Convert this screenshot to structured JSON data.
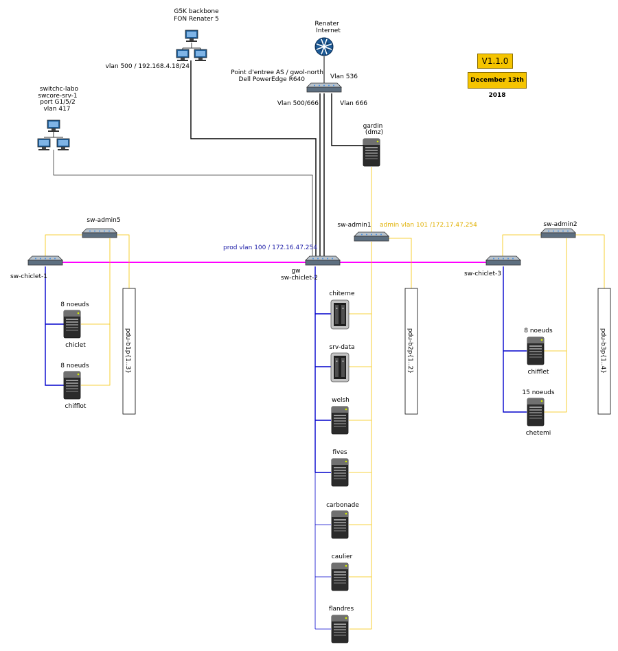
{
  "version": "V1.1.0",
  "date": "December 13th 2018",
  "labels": {
    "g5k_backbone": "G5K backbone",
    "fon_renater": "FON Renater 5",
    "vlan500_ip": "vlan 500 / 192.168.4.18/24",
    "renater": "Renater",
    "internet": "Internet",
    "entry_point": "Point d'entree AS / gwol-north",
    "dell": "Dell PowerEdge R640",
    "vlan536": "Vlan 536",
    "vlan500_666": "Vlan 500/666",
    "vlan666": "Vlan 666",
    "labo_1": "switchc-labo",
    "labo_2": "swcore-srv-1",
    "labo_3": "port G1/5/2",
    "labo_4": "vlan 417",
    "gardin": "gardin",
    "dmz": "(dmz)",
    "prod_vlan": "prod vlan 100 / 172.16.47.254",
    "admin_vlan": "admin vlan 101 /172.17.47.254",
    "sw_admin5": "sw-admin5",
    "sw_admin1": "sw-admin1",
    "sw_admin2": "sw-admin2",
    "sw_chiclet_1": "sw-chiclet-1",
    "gw": "gw",
    "sw_chiclet_2": "sw-chiclet-2",
    "sw_chiclet_3": "sw-chiclet-3",
    "pdu_b1": "pdu-b1p{1..3}",
    "pdu_b2": "pdu-b2p{1..2}",
    "pdu_b3": "pdu-b3p{1..4}",
    "chiclet_count": "8 noeuds",
    "chiclet": "chiclet",
    "chifflot_count": "8 noeuds",
    "chifflot": "chifflot",
    "chifflet_count": "8 noeuds",
    "chifflet": "chifflet",
    "chetemi_count": "15 noeuds",
    "chetemi": "chetemi",
    "chiterne": "chiterne",
    "srv_data": "srv-data",
    "welsh": "welsh",
    "fives": "fives",
    "carbonade": "carbonade",
    "caulier": "caulier",
    "flandres": "flandres"
  },
  "colors": {
    "prod_link": "#ff00ff",
    "admin_link": "#f5c400",
    "data_link": "#0000cc",
    "uplink": "#000000"
  }
}
